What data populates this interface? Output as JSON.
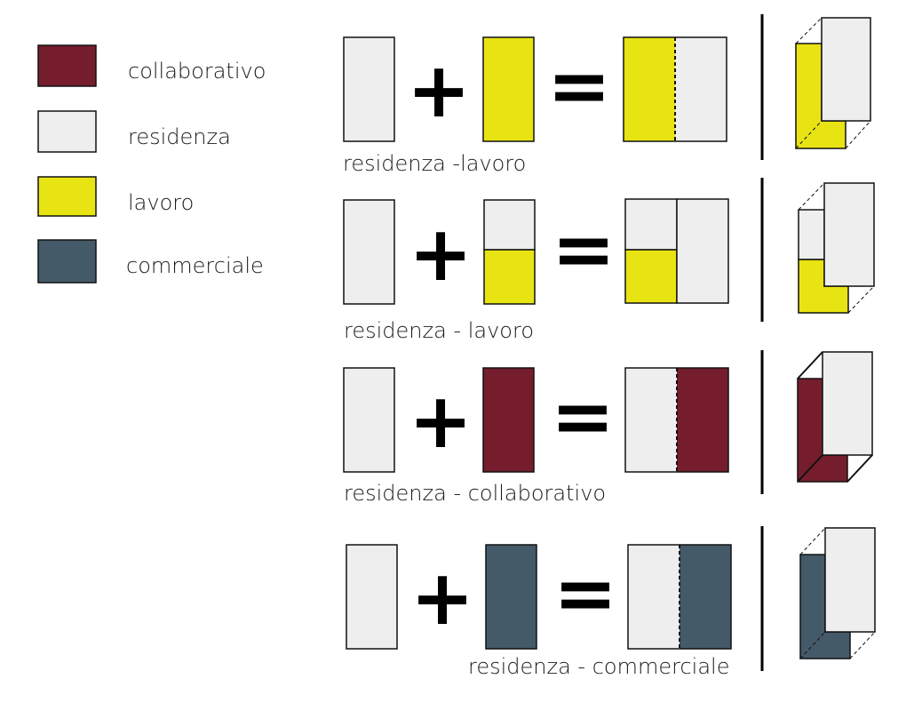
{
  "colors": {
    "collaborativo": "#751d2d",
    "residenza": "#eeeeee",
    "lavoro": "#e8e413",
    "commerciale": "#445a69",
    "outline": "#111111"
  },
  "legend": [
    {
      "key": "collaborativo",
      "label": "collaborativo"
    },
    {
      "key": "residenza",
      "label": "residenza"
    },
    {
      "key": "lavoro",
      "label": "lavoro"
    },
    {
      "key": "commerciale",
      "label": "commerciale"
    }
  ],
  "rows": [
    {
      "caption": "residenza -lavoro",
      "base": "residenza",
      "addend": "lavoro",
      "addend_style": "full",
      "result_style": "side-by-side-dashed",
      "result_left": "lavoro",
      "result_right": "residenza"
    },
    {
      "caption": "residenza - lavoro",
      "base": "residenza",
      "addend": "lavoro",
      "addend_style": "stacked",
      "result_style": "side-by-side-stacked",
      "result_left": "lavoro",
      "result_right": "residenza"
    },
    {
      "caption": "residenza - collaborativo",
      "base": "residenza",
      "addend": "collaborativo",
      "addend_style": "full",
      "result_style": "side-by-side-dashed",
      "result_left": "residenza",
      "result_right": "collaborativo"
    },
    {
      "caption": "residenza - commerciale",
      "base": "residenza",
      "addend": "commerciale",
      "addend_style": "full",
      "result_style": "side-by-side-dashed",
      "result_left": "residenza",
      "result_right": "commerciale"
    }
  ],
  "symbols": {
    "plus": "+",
    "equals": "="
  }
}
